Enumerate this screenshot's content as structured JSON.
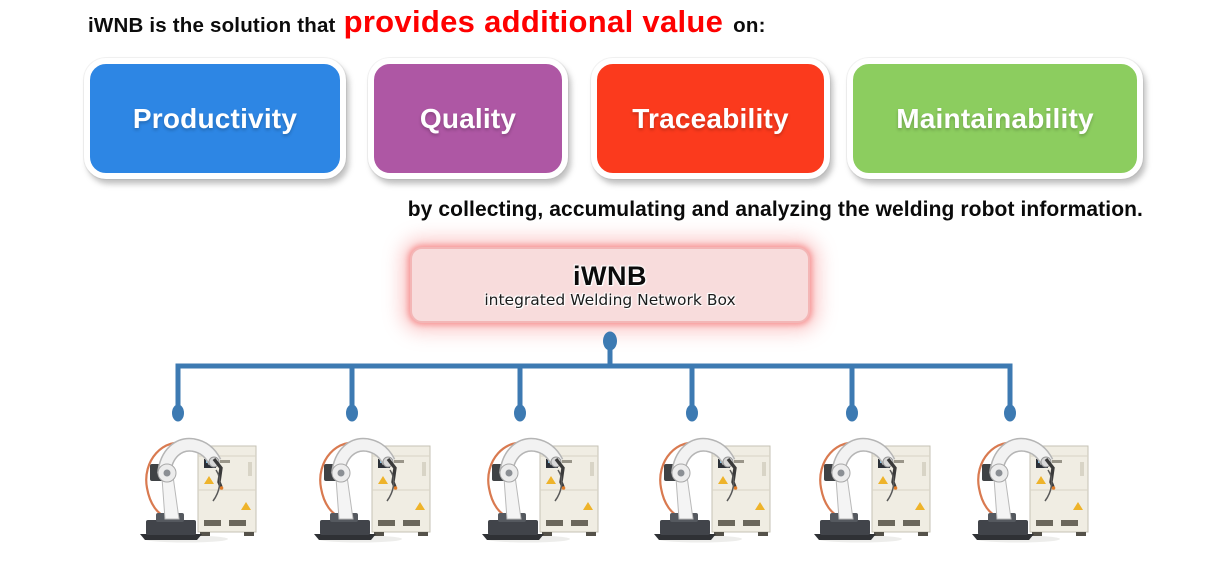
{
  "headline": {
    "prefix": "iWNB is the solution that",
    "highlight": "provides additional value",
    "suffix": "on:",
    "highlight_color": "#fe0000",
    "text_color": "#0c0c0c"
  },
  "value_badges": [
    {
      "label": "Productivity",
      "color": "#2d86e4"
    },
    {
      "label": "Quality",
      "color": "#ae57a4"
    },
    {
      "label": "Traceability",
      "color": "#fb3a1d"
    },
    {
      "label": "Maintainability",
      "color": "#8ccd5f"
    }
  ],
  "subheadline": "by collecting, accumulating and analyzing the welding robot information.",
  "hub": {
    "title": "iWNB",
    "subtitle": "integrated Welding Network Box",
    "fill_color": "#f8dcdc",
    "glow_color": "#f58a8a"
  },
  "network": {
    "line_color": "#3d7ab2",
    "robot_count": 6,
    "node_icon": "welding-robot-with-power-source-icon"
  }
}
